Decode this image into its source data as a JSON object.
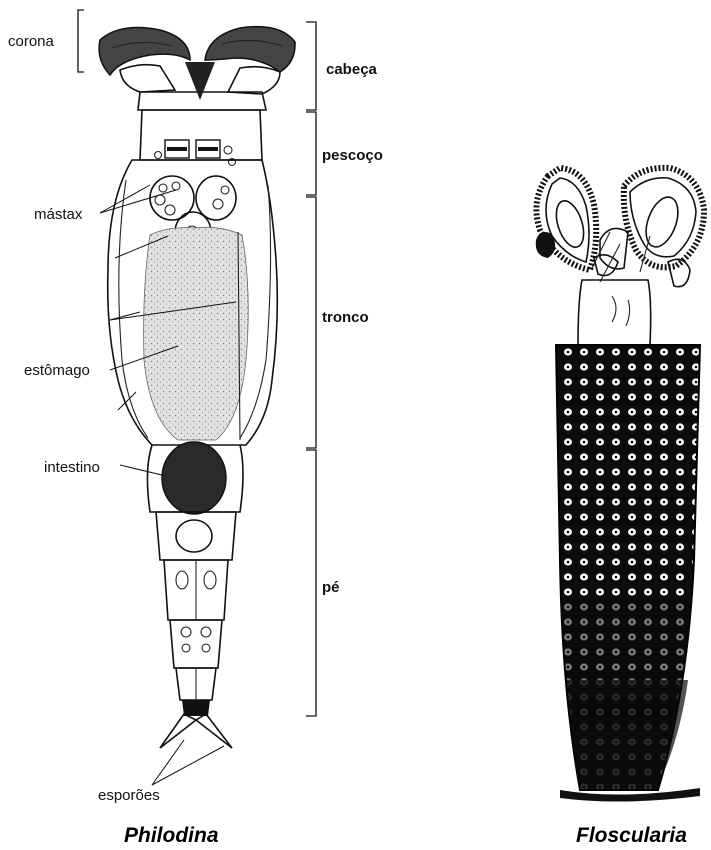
{
  "labels": {
    "corona": "corona",
    "mastax": "mástax",
    "estomago": "estômago",
    "intestino": "intestino",
    "esporoes": "esporões",
    "cabeca": "cabeça",
    "pescoco": "pescoço",
    "tronco": "tronco",
    "pe": "pé"
  },
  "captions": {
    "left": "Philodina",
    "right": "Floscularia"
  },
  "colors": {
    "ink": "#111111",
    "stomach_fill": "#d8d8d8",
    "intestine_fill": "#2a2a2a",
    "floscularia_body": "#0a0a0a"
  }
}
